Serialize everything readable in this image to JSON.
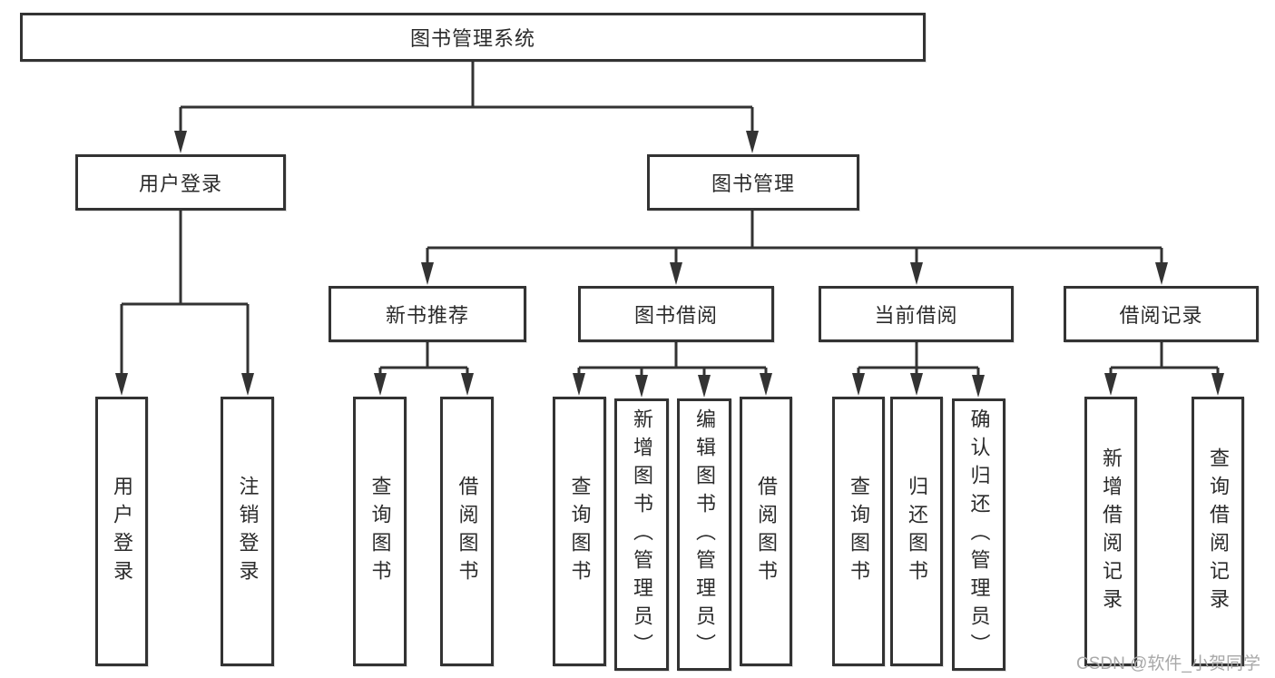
{
  "colors": {
    "line": "#333333",
    "text": "#2b2b2b",
    "background": "#ffffff",
    "watermark": "#a8a8a8"
  },
  "tree": {
    "label": "图书管理系统",
    "children": [
      {
        "label": "用户登录",
        "children": [
          {
            "label": "用户登录"
          },
          {
            "label": "注销登录"
          }
        ]
      },
      {
        "label": "图书管理",
        "children": [
          {
            "label": "新书推荐",
            "children": [
              {
                "label": "查询图书"
              },
              {
                "label": "借阅图书"
              }
            ]
          },
          {
            "label": "图书借阅",
            "children": [
              {
                "label": "查询图书"
              },
              {
                "label": "新增图书（管理员）"
              },
              {
                "label": "编辑图书（管理员）"
              },
              {
                "label": "借阅图书"
              }
            ]
          },
          {
            "label": "当前借阅",
            "children": [
              {
                "label": "查询图书"
              },
              {
                "label": "归还图书"
              },
              {
                "label": "确认归还（管理员）"
              }
            ]
          },
          {
            "label": "借阅记录",
            "children": [
              {
                "label": "新增借阅记录"
              },
              {
                "label": "查询借阅记录"
              }
            ]
          }
        ]
      }
    ]
  },
  "watermark": {
    "text": "CSDN @软件_小贺同学"
  }
}
